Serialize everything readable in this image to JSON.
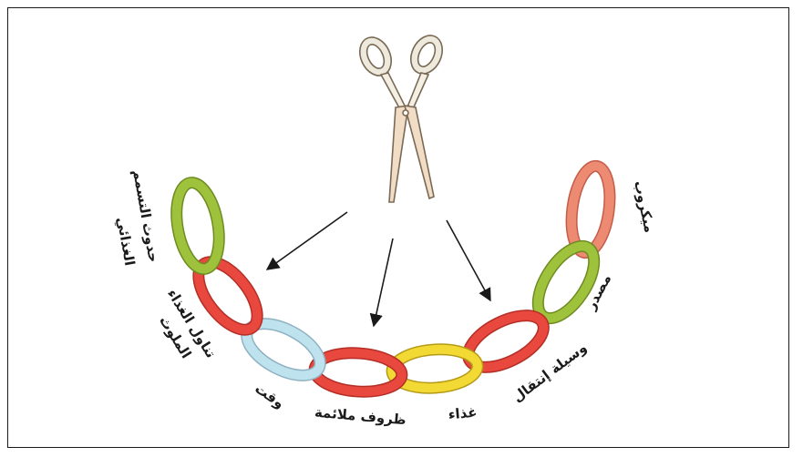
{
  "labels": {
    "microbe": "ميكروب",
    "source": "مصدر",
    "vehicle": "وسيلة إنتقال",
    "food": "غذاء",
    "conditions": "ظروف ملائمة",
    "time": "وقت",
    "eating_line1": "تناول الغذاء",
    "eating_line2": "الملوث",
    "poisoning_line1": "حدوث التسمم",
    "poisoning_line2": "الغذائي"
  },
  "colors": {
    "red": "#e8483e",
    "green": "#9ec23c",
    "yellow": "#f2d934",
    "light_blue": "#bfe2ef",
    "salmon": "#ec8a72"
  }
}
